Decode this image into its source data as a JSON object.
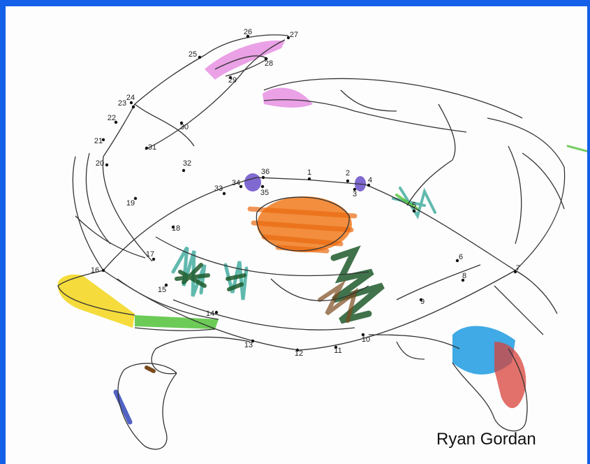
{
  "drawing": {
    "subject": "crab connect-the-dots coloring",
    "signature": "Ryan Gordan",
    "frame_color": "#1560e8",
    "dots": [
      {
        "n": "1"
      },
      {
        "n": "2"
      },
      {
        "n": "3"
      },
      {
        "n": "4"
      },
      {
        "n": "5"
      },
      {
        "n": "6"
      },
      {
        "n": "7"
      },
      {
        "n": "8"
      },
      {
        "n": "9"
      },
      {
        "n": "10"
      },
      {
        "n": "11"
      },
      {
        "n": "12"
      },
      {
        "n": "13"
      },
      {
        "n": "14"
      },
      {
        "n": "15"
      },
      {
        "n": "16"
      },
      {
        "n": "17"
      },
      {
        "n": "18"
      },
      {
        "n": "19"
      },
      {
        "n": "20"
      },
      {
        "n": "21"
      },
      {
        "n": "22"
      },
      {
        "n": "23"
      },
      {
        "n": "24"
      },
      {
        "n": "25"
      },
      {
        "n": "26"
      },
      {
        "n": "27"
      },
      {
        "n": "28"
      },
      {
        "n": "29"
      },
      {
        "n": "30"
      },
      {
        "n": "31"
      },
      {
        "n": "32"
      },
      {
        "n": "33"
      },
      {
        "n": "34"
      },
      {
        "n": "35"
      },
      {
        "n": "36"
      }
    ],
    "colors": {
      "orange": "#f07a1c",
      "pink": "#e58ae0",
      "purple": "#6a4fc9",
      "yellow": "#f3d61a",
      "green": "#52c23a",
      "dark_green": "#1f5a2c",
      "teal": "#3aa89a",
      "brown": "#7a4a1e",
      "blue": "#1d9be0",
      "red": "#d8423a",
      "navy": "#3346b8"
    }
  }
}
